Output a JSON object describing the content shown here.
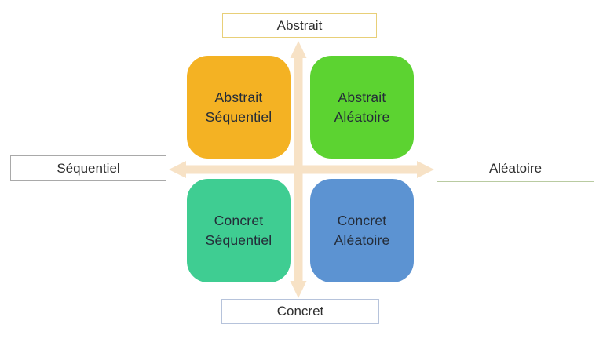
{
  "axis_labels": {
    "top": {
      "label": "Abstrait",
      "border_color": "#E8CF78"
    },
    "left": {
      "label": "Séquentiel",
      "border_color": "#A9A9A9"
    },
    "right": {
      "label": "Aléatoire",
      "border_color": "#B9CBA1"
    },
    "bottom": {
      "label": "Concret",
      "border_color": "#B6C3DB"
    }
  },
  "quadrants": {
    "top_left": {
      "line1": "Abstrait",
      "line2": "Séquentiel",
      "color": "#F4B223"
    },
    "top_right": {
      "line1": "Abstrait",
      "line2": "Aléatoire",
      "color": "#5CD331"
    },
    "bottom_left": {
      "line1": "Concret",
      "line2": "Séquentiel",
      "color": "#3FCD92"
    },
    "bottom_right": {
      "line1": "Concret",
      "line2": "Aléatoire",
      "color": "#5C93D2"
    }
  },
  "arrows": {
    "color": "#F7E2C6"
  }
}
